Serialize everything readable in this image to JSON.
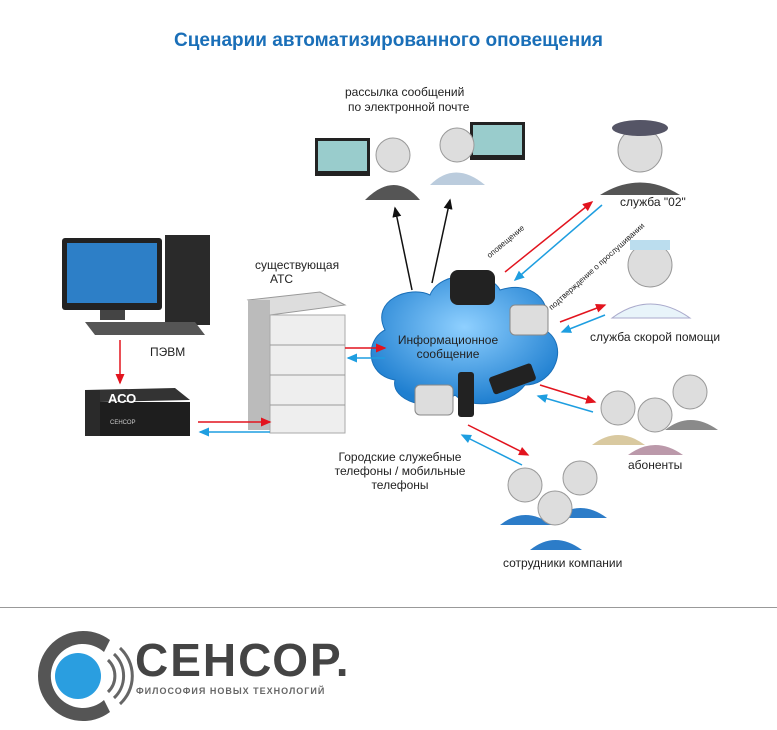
{
  "title": "Сценарии автоматизированного оповещения",
  "labels": {
    "email": "рассылка сообщений",
    "email2": "по электронной почте",
    "police": "служба \"02\"",
    "ambulance": "служба скорой помощи",
    "subscribers": "абоненты",
    "employees": "сотрудники компании",
    "pbx1": "существующая",
    "pbx2": "АТС",
    "pc": "ПЭВМ",
    "aso": "АСО",
    "aso_brand": "СЕНСОР",
    "cloud1": "Информационное",
    "cloud2": "сообщение",
    "phones1": "Городские служебные",
    "phones2": "телефоны / мобильные",
    "phones3": "телефоны",
    "notify": "оповещение",
    "confirm": "подтверждение о прослушивании"
  },
  "logo": {
    "name": "СЕНСОР.",
    "tagline": "ФИЛОСОФИЯ НОВЫХ ТЕХНОЛОГИЙ"
  },
  "colors": {
    "title": "#1a6fb8",
    "red": "#e2141e",
    "blue": "#1e9ee0",
    "cloud": "#2a8fd8"
  }
}
